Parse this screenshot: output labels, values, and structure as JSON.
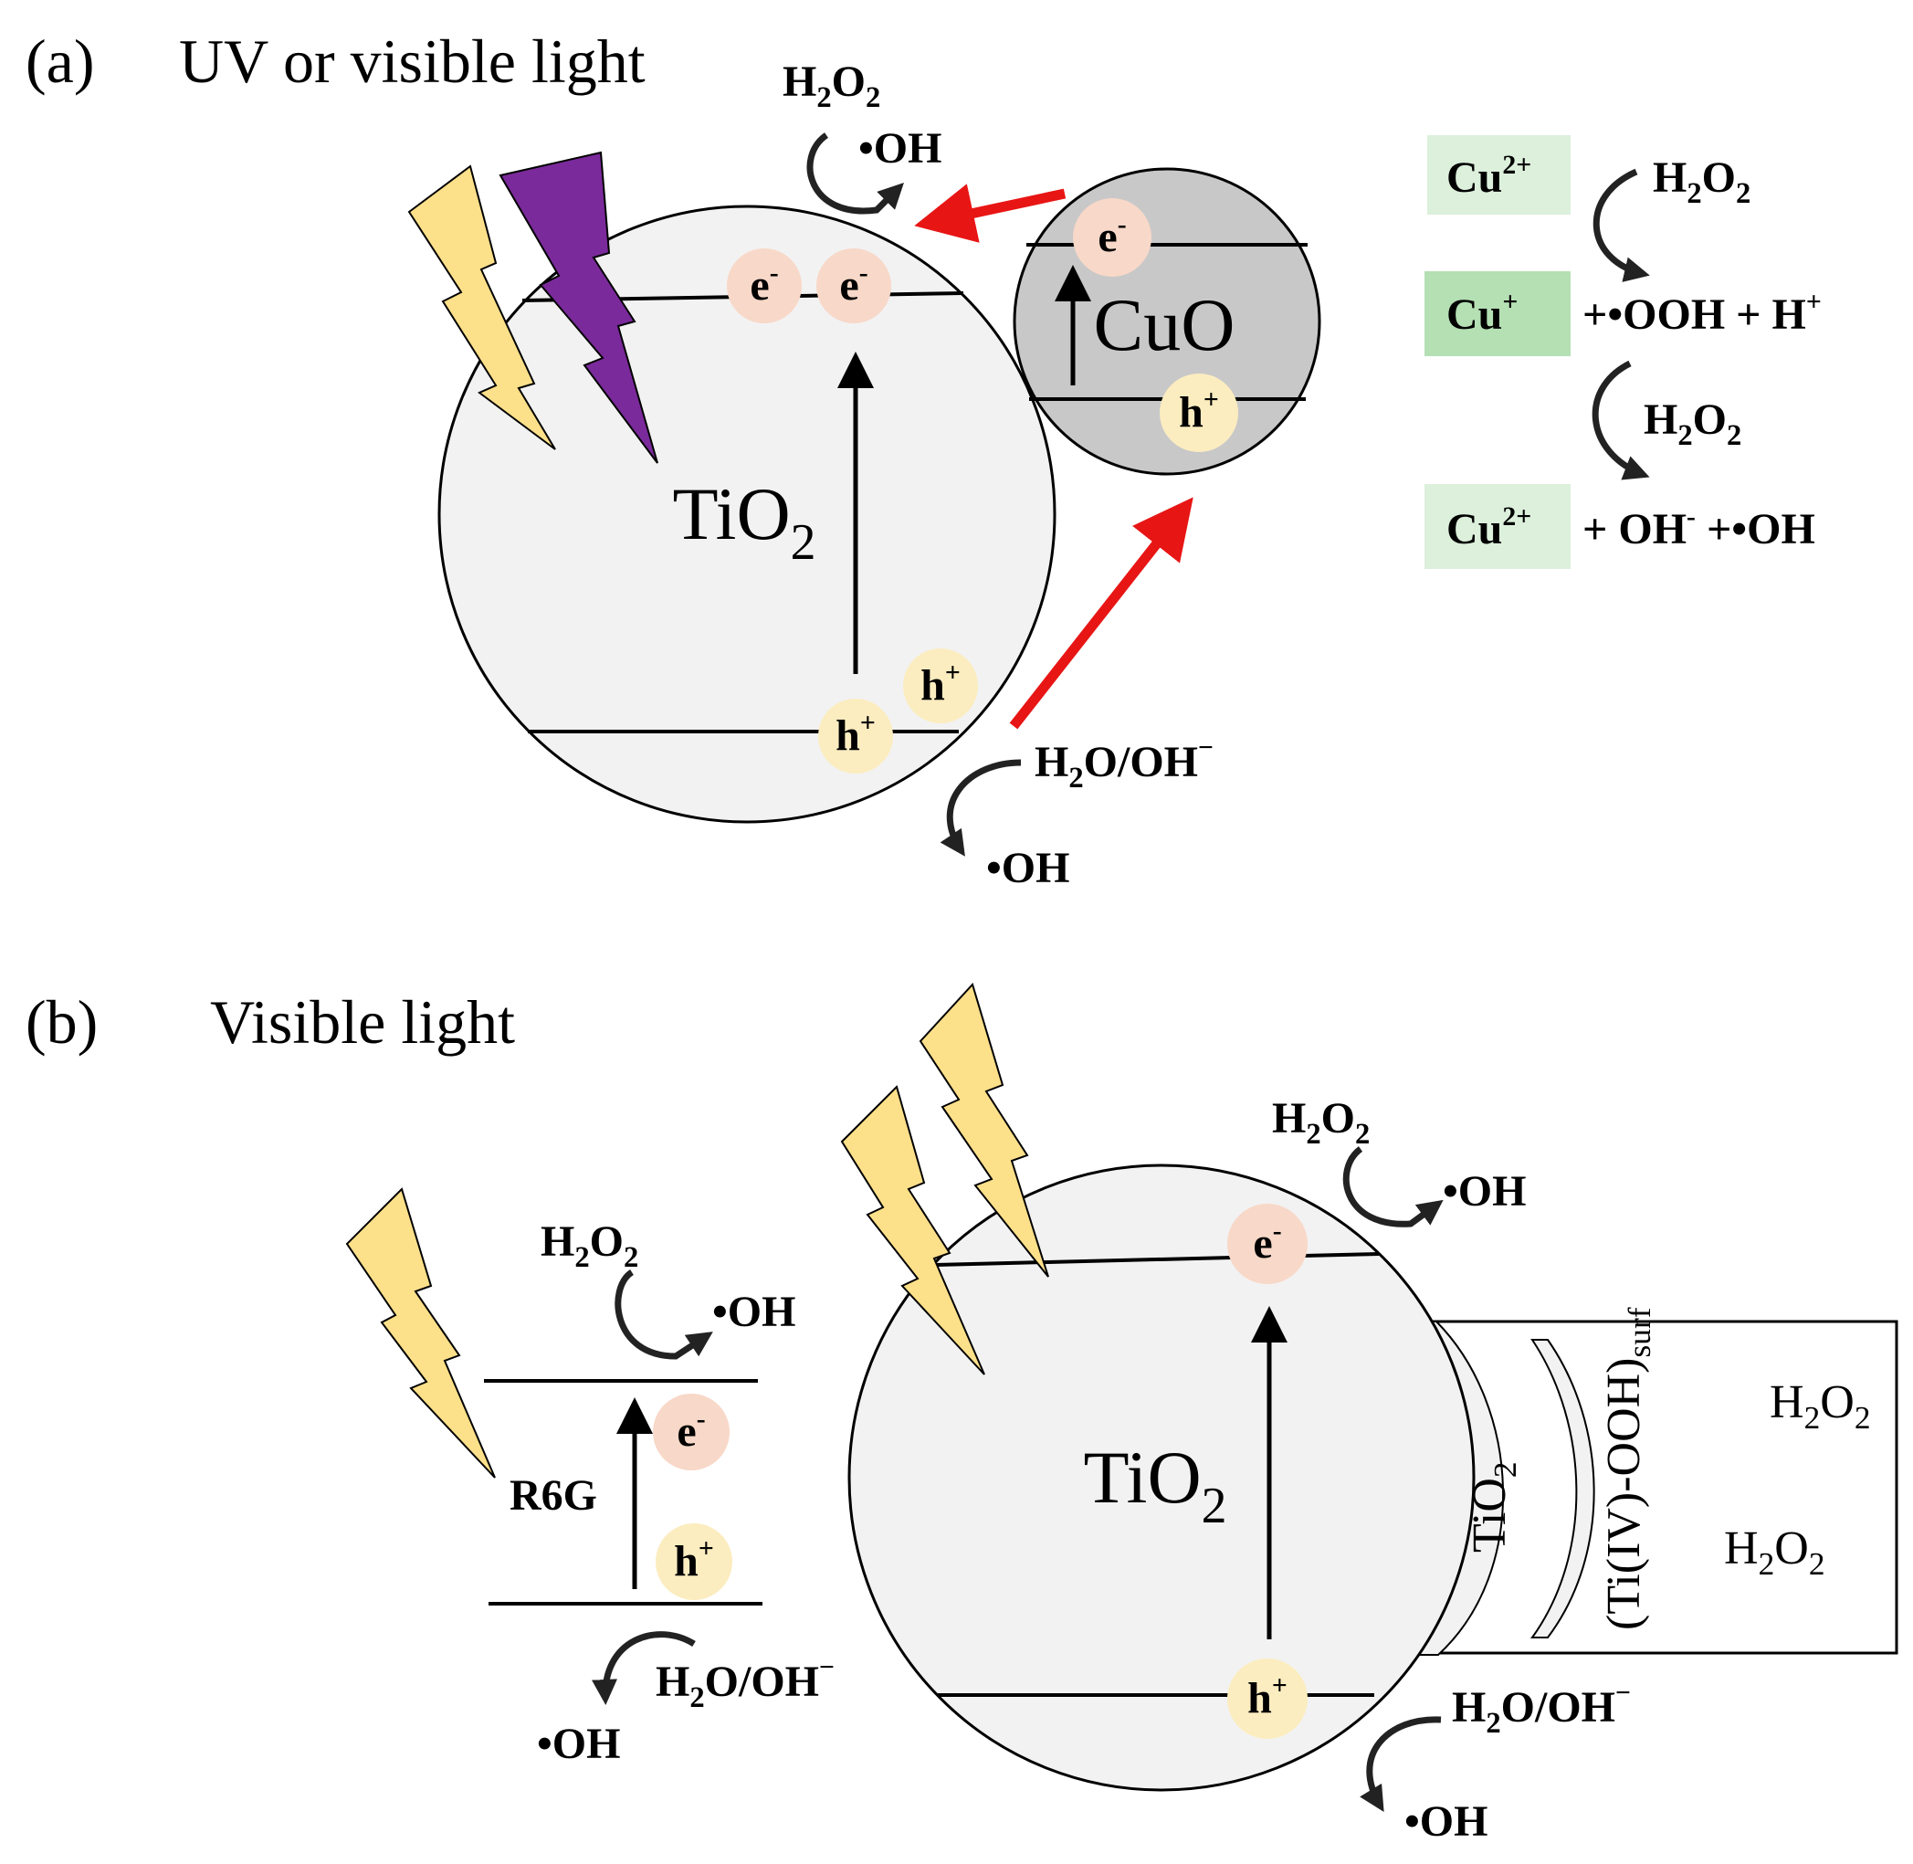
{
  "panel_a": {
    "label": "(a)",
    "title": "UV or visible light",
    "tio2": {
      "base": "TiO",
      "sub": "2"
    },
    "cuo": "CuO",
    "electron": {
      "base": "e",
      "sup": "-"
    },
    "hole": {
      "base": "h",
      "sup": "+"
    },
    "top_h2o2": {
      "h": "H",
      "s1": "2",
      "o": "O",
      "s2": "2"
    },
    "top_oh": "•OH",
    "bottom_water": {
      "h": "H",
      "s": "2",
      "rest": "O/OH",
      "sup": "−"
    },
    "bottom_oh": "•OH",
    "cycle": {
      "cu2_top": {
        "base": "Cu",
        "sup": "2+"
      },
      "cu1": {
        "base": "Cu",
        "sup": "+"
      },
      "cu2_bottom": {
        "base": "Cu",
        "sup": "2+"
      },
      "h2o2_1": {
        "h": "H",
        "s1": "2",
        "o": "O",
        "s2": "2"
      },
      "h2o2_2": {
        "h": "H",
        "s1": "2",
        "o": "O",
        "s2": "2"
      },
      "line1": {
        "text": "+•OOH + H",
        "sup": "+"
      },
      "line2": {
        "t1": "+ OH",
        "sup": "-",
        "t2": " +•OH"
      }
    }
  },
  "panel_b": {
    "label": "(b)",
    "title": "Visible light",
    "r6g": "R6G",
    "tio2": {
      "base": "TiO",
      "sub": "2"
    },
    "electron": {
      "base": "e",
      "sup": "-"
    },
    "hole": {
      "base": "h",
      "sup": "+"
    },
    "r6g_h2o2": {
      "h": "H",
      "s1": "2",
      "o": "O",
      "s2": "2"
    },
    "r6g_oh": "•OH",
    "r6g_water": {
      "h": "H",
      "s": "2",
      "rest": "O/OH",
      "sup": "−"
    },
    "r6g_bottom_oh": "•OH",
    "tio2_h2o2": {
      "h": "H",
      "s1": "2",
      "o": "O",
      "s2": "2"
    },
    "tio2_oh": "•OH",
    "tio2_water": {
      "h": "H",
      "s": "2",
      "rest": "O/OH",
      "sup": "−"
    },
    "tio2_bottom_oh": "•OH",
    "surface": {
      "tio2_vertical": {
        "base": "TiO",
        "sub": "2"
      },
      "complex": {
        "base": "(Ti(IV)-OOH)",
        "sub": "surf"
      },
      "h2o2_a": {
        "h": "H",
        "s1": "2",
        "o": "O",
        "s2": "2"
      },
      "h2o2_b": {
        "h": "H",
        "s1": "2",
        "o": "O",
        "s2": "2"
      }
    }
  },
  "colors": {
    "particle_fill": "#f2f2f2",
    "cuo_fill": "#c8c8c8",
    "electron_fill": "#f8d8c8",
    "hole_fill": "#fcedc0",
    "bolt_yellow": "#fde08a",
    "bolt_purple": "#7b2a9b",
    "red_arrow": "#e81515",
    "cu_light": "#dcf0dc",
    "cu_dark": "#b4e0b4"
  }
}
